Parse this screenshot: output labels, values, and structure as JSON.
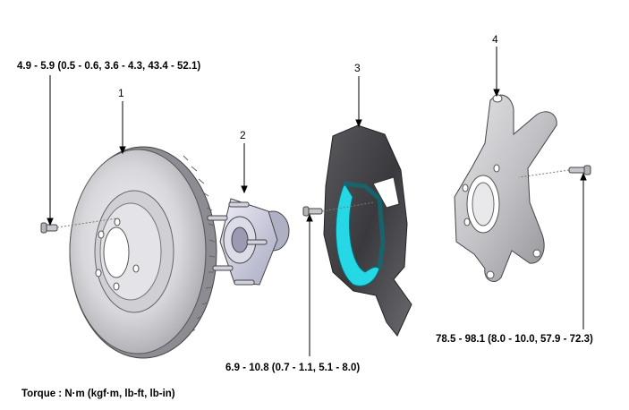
{
  "callouts": {
    "part1": "1",
    "part2": "2",
    "part3": "3",
    "part4": "4"
  },
  "torques": {
    "disc_screw": "4.9 - 5.9 (0.5 - 0.6, 3.6 - 4.3, 43.4 - 52.1)",
    "dust_cover_bolt": "6.9 - 10.8 (0.7 - 1.1, 5.1 - 8.0)",
    "knuckle_bolt": "78.5 - 98.1 (8.0 - 10.0, 57.9 - 72.3)"
  },
  "legend": "Torque : N·m (kgf·m, lb-ft, lb-in)"
}
